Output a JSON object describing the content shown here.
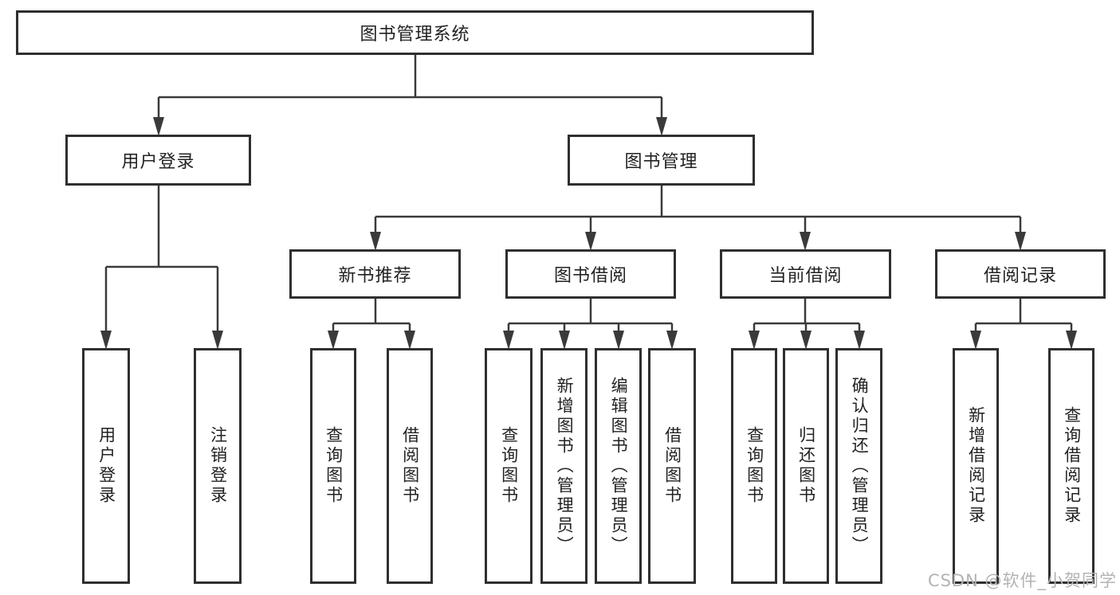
{
  "diagram": {
    "root_label": "图书管理系统",
    "branches": [
      {
        "label": "用户登录",
        "leaves": [
          {
            "label": "用户登录"
          },
          {
            "label": "注销登录"
          }
        ]
      },
      {
        "label": "图书管理",
        "sections": [
          {
            "label": "新书推荐",
            "leaves": [
              {
                "label": "查询图书"
              },
              {
                "label": "借阅图书"
              }
            ]
          },
          {
            "label": "图书借阅",
            "leaves": [
              {
                "label": "查询图书"
              },
              {
                "label": "新增图书（管理员）"
              },
              {
                "label": "编辑图书（管理员）"
              },
              {
                "label": "借阅图书"
              }
            ]
          },
          {
            "label": "当前借阅",
            "leaves": [
              {
                "label": "查询图书"
              },
              {
                "label": "归还图书"
              },
              {
                "label": "确认归还（管理员）"
              }
            ]
          },
          {
            "label": "借阅记录",
            "leaves": [
              {
                "label": "新增借阅记录"
              },
              {
                "label": "查询借阅记录"
              }
            ]
          }
        ]
      }
    ]
  },
  "watermark": {
    "text": "CSDN @软件_小贺同学"
  },
  "colors": {
    "line": "#3a3a3a",
    "box_border": "#2f2f2f",
    "text": "#222222",
    "watermark": "#b3b3b3",
    "background": "#ffffff"
  }
}
